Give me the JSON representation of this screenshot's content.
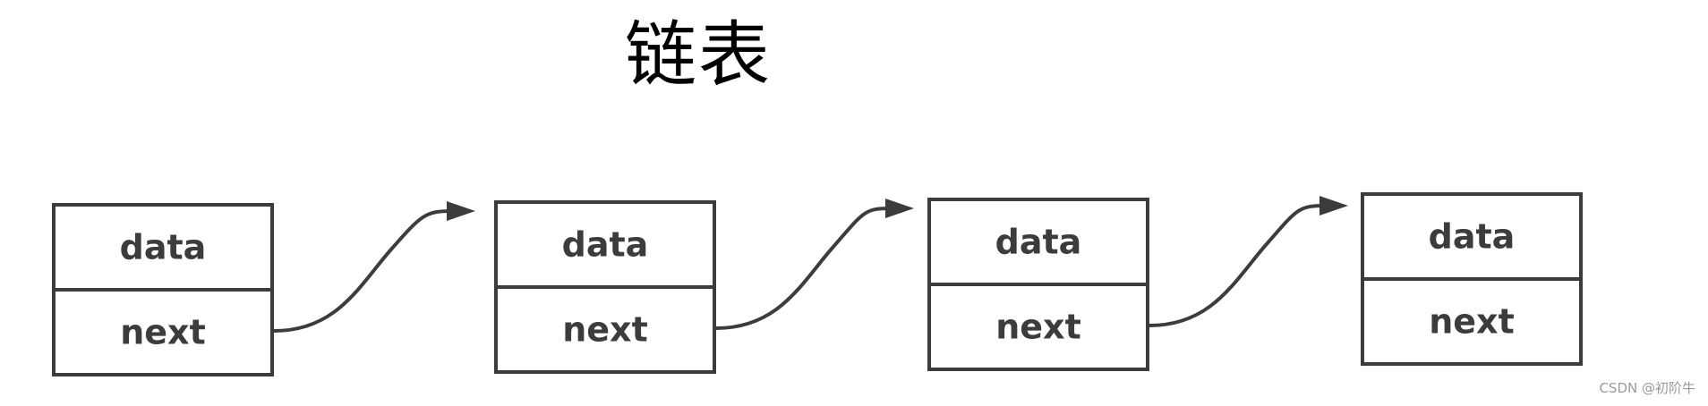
{
  "title": "链表",
  "nodes": [
    {
      "data_label": "data",
      "next_label": "next"
    },
    {
      "data_label": "data",
      "next_label": "next"
    },
    {
      "data_label": "data",
      "next_label": "next"
    },
    {
      "data_label": "data",
      "next_label": "next"
    }
  ],
  "colors": {
    "stroke": "#3c3c3c",
    "title": "#000000",
    "watermark": "#9a9a9a",
    "background": "#ffffff"
  },
  "watermark": "CSDN @初阶牛"
}
